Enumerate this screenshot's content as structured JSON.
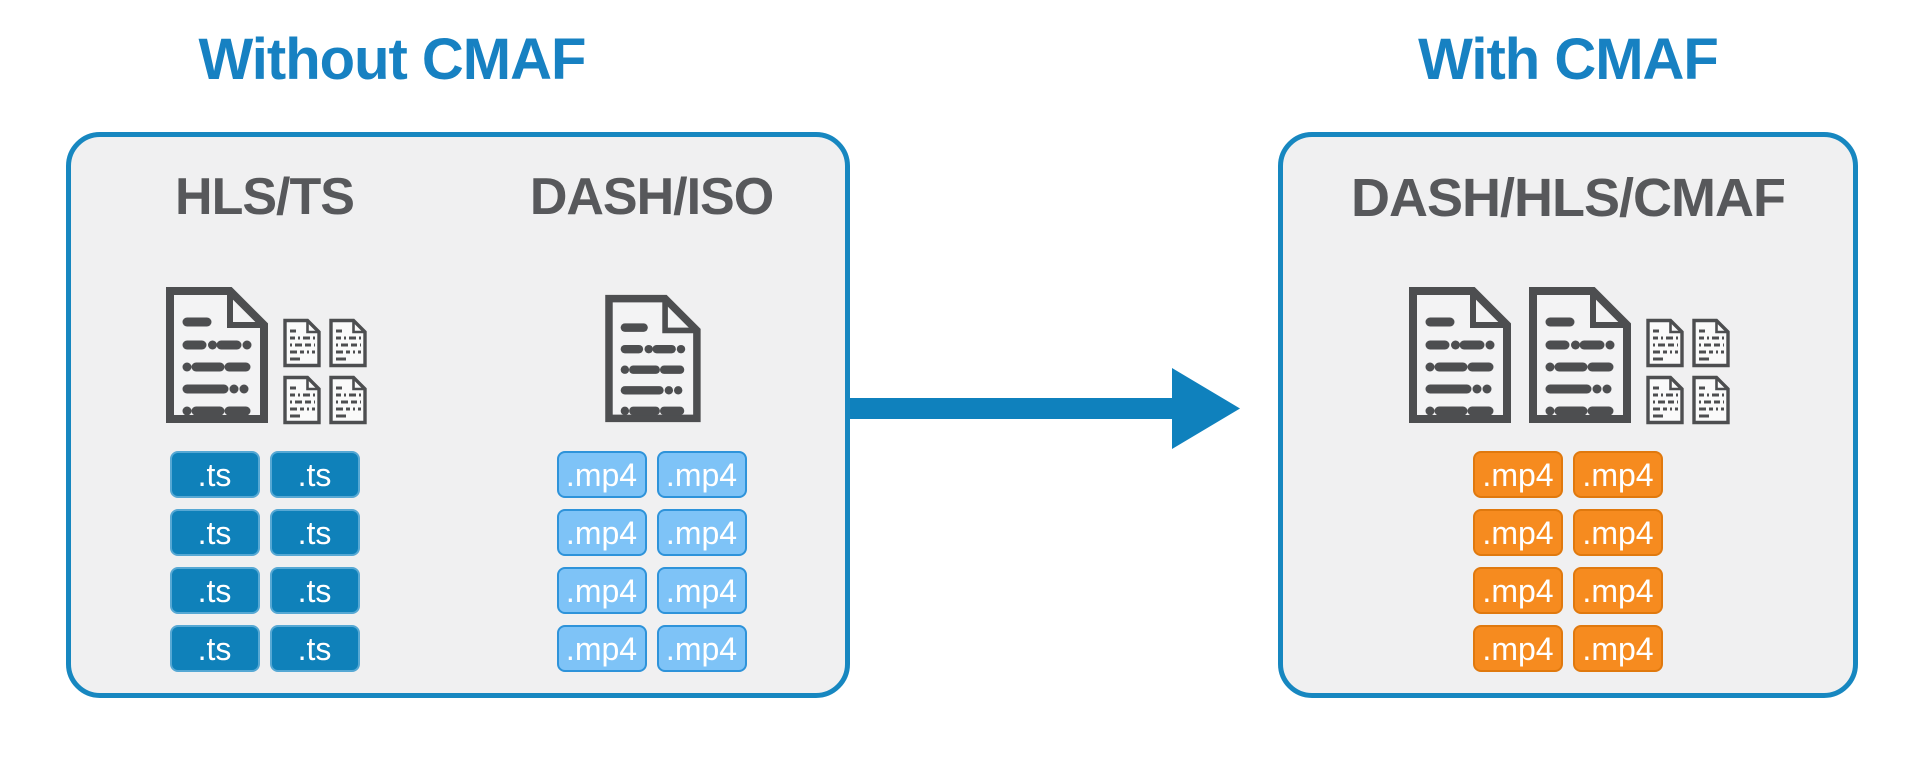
{
  "diagram": {
    "without": {
      "title": "Without CMAF",
      "columns": [
        {
          "heading": "HLS/TS",
          "icons": [
            "large-document-icon",
            "small-document-icon",
            "small-document-icon",
            "small-document-icon",
            "small-document-icon"
          ],
          "chips": [
            ".ts",
            ".ts",
            ".ts",
            ".ts",
            ".ts",
            ".ts",
            ".ts",
            ".ts"
          ]
        },
        {
          "heading": "DASH/ISO",
          "icons": [
            "large-document-icon"
          ],
          "chips": [
            ".mp4",
            ".mp4",
            ".mp4",
            ".mp4",
            ".mp4",
            ".mp4",
            ".mp4",
            ".mp4"
          ]
        }
      ]
    },
    "with": {
      "title": "With CMAF",
      "heading": "DASH/HLS/CMAF",
      "icons": [
        "large-document-icon",
        "large-document-icon",
        "small-document-icon",
        "small-document-icon",
        "small-document-icon",
        "small-document-icon"
      ],
      "chips": [
        ".mp4",
        ".mp4",
        ".mp4",
        ".mp4",
        ".mp4",
        ".mp4",
        ".mp4",
        ".mp4"
      ]
    },
    "arrow": "arrow-right-icon",
    "colors": {
      "title_blue": "#1781c2",
      "panel_border_blue": "#1787c0",
      "panel_background": "#f0f0f1",
      "heading_gray": "#57585b",
      "document_icon_gray": "#4d4e50",
      "ts_chip_blue": "#0f81ba",
      "mp4_chip_light_blue": "#7ec3f7",
      "mp4_chip_light_blue_border": "#2e93da",
      "mp4_chip_orange": "#f68b1f",
      "mp4_chip_orange_border": "#e0790e",
      "arrow_blue": "#0f81bd"
    }
  }
}
